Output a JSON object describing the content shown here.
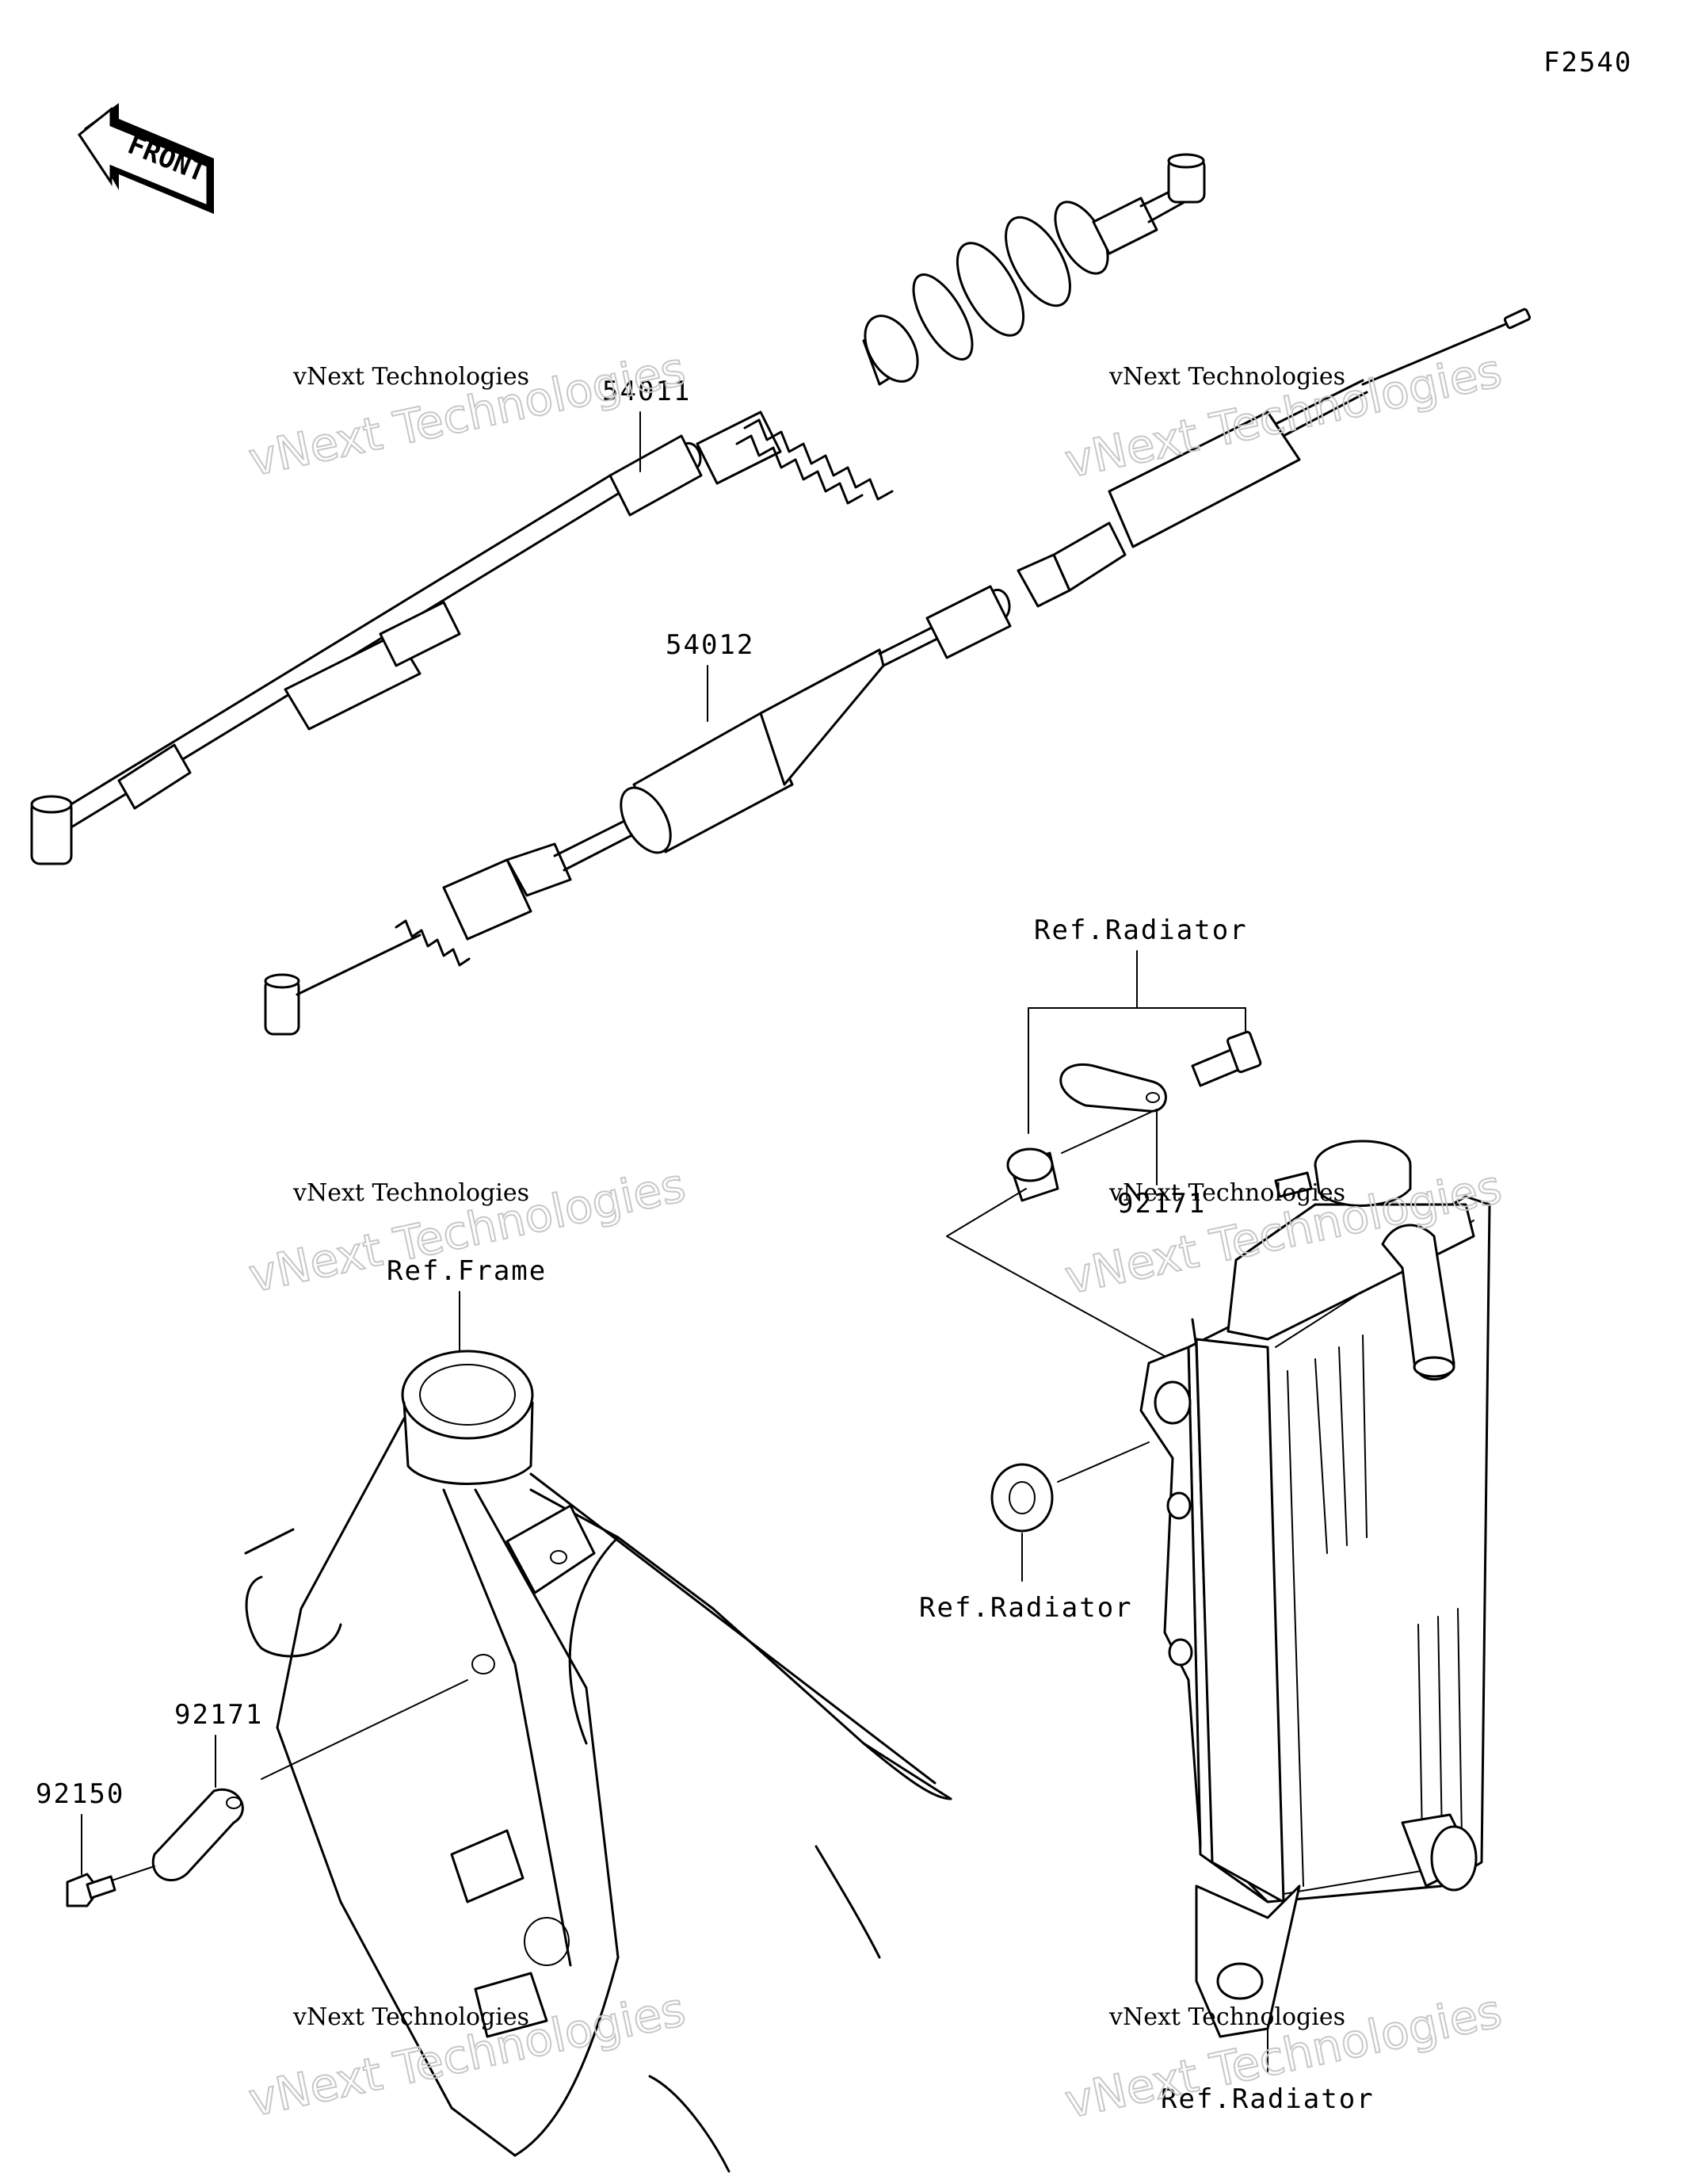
{
  "figure_code": "F2540",
  "front_arrow_label": "FRONT",
  "watermark": {
    "line1": "vNext Technologies",
    "line2": "vNext Technologies"
  },
  "parts": {
    "clutch_cable": "54011",
    "throttle_cable": "54012",
    "clamp_radiator": "92171",
    "clamp_frame": "92171",
    "bolt": "92150"
  },
  "refs": {
    "radiator_top": "Ref.Radiator",
    "radiator_grommet": "Ref.Radiator",
    "radiator_bottom": "Ref.Radiator",
    "frame": "Ref.Frame"
  }
}
